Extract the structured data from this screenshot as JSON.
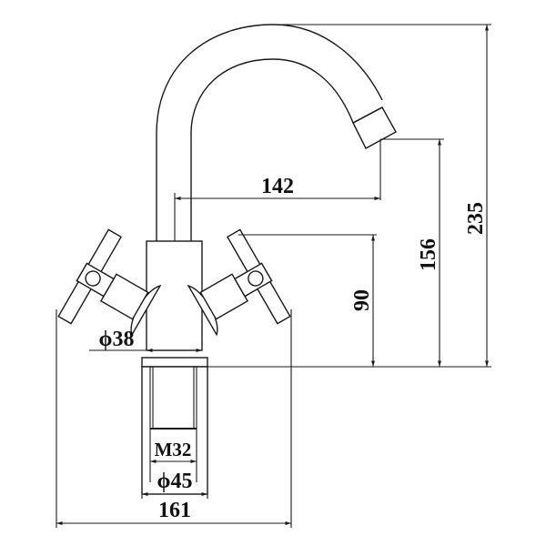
{
  "drawing": {
    "subject": "Mixer tap with swivel spout and cross handles",
    "line_color": "#1a1a1a",
    "background": "#ffffff",
    "units": "mm"
  },
  "dimensions": {
    "overall_height": {
      "label": "235",
      "orientation": "vertical"
    },
    "spout_outlet_height": {
      "label": "156",
      "orientation": "vertical"
    },
    "handle_height": {
      "label": "90",
      "orientation": "vertical"
    },
    "spout_reach": {
      "label": "142",
      "orientation": "horizontal"
    },
    "overall_width": {
      "label": "161",
      "orientation": "horizontal"
    },
    "body_diameter": {
      "label": "ϕ38",
      "orientation": "horizontal"
    },
    "base_diameter": {
      "label": "ϕ45",
      "orientation": "horizontal"
    },
    "thread_size": {
      "label": "M32",
      "orientation": "horizontal"
    }
  }
}
